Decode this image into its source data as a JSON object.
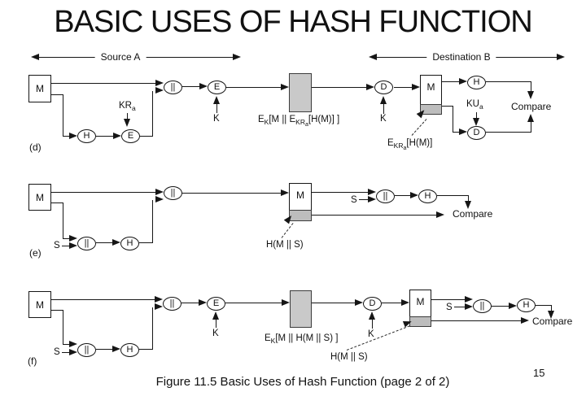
{
  "title": "BASIC USES OF HASH FUNCTION",
  "header": {
    "source_label": "Source A",
    "destination_label": "Destination B"
  },
  "caption": "Figure 11.5 Basic Uses of Hash Function (page 2 of 2)",
  "page_number": "15",
  "glyphs": {
    "message": "M",
    "hash": "H",
    "encrypt": "E",
    "decrypt": "D",
    "concat": "||",
    "key": "K",
    "secret": "S",
    "compare": "Compare"
  },
  "rows": {
    "d": {
      "label": "(d)"
    },
    "e": {
      "label": "(e)"
    },
    "f": {
      "label": "(f)"
    }
  },
  "formulas": {
    "kra": {
      "base": "KR",
      "sub": "a"
    },
    "kua": {
      "base": "KU",
      "sub": "a"
    },
    "d_mid": {
      "p1": "E",
      "p2": "K",
      "p3": "[M || E",
      "p4": "KR",
      "p5": "a",
      "p6": "[H(M)] ]"
    },
    "d_strip": {
      "p1": "E",
      "p2": "KR",
      "p3": "a",
      "p4": "[H(M)]"
    },
    "e_strip": "H(M || S)",
    "f_mid": {
      "p1": "E",
      "p2": "K",
      "p3": "[M || H(M || S) ]"
    },
    "f_strip": "H(M || S)"
  },
  "colors": {
    "line": "#161616",
    "fill_gray": "#c9c9c9",
    "background": "#ffffff"
  }
}
